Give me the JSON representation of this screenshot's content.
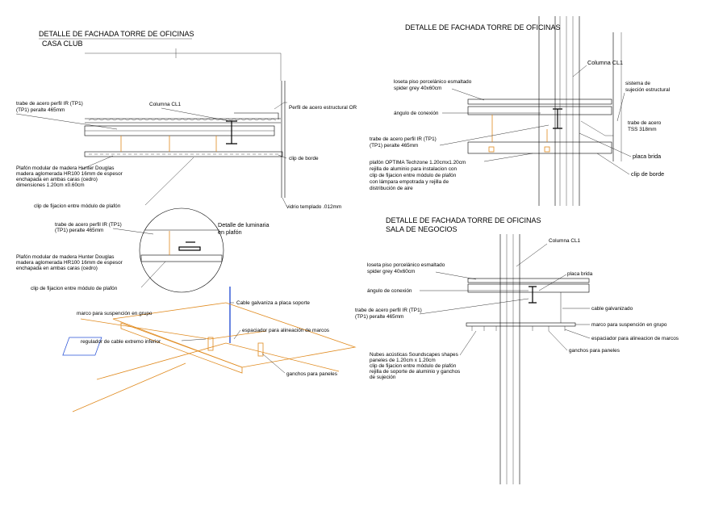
{
  "detail_top_left": {
    "title": "DETALLE  DE  FACHADA TORRE DE OFICINAS",
    "subtitle": "CASA CLUB",
    "labels": {
      "trabe_1": "trabe de acero perfil  IR  (TP1)",
      "trabe_2": "(TP1) peralte 465mm",
      "columna": "Columna  CL1",
      "perfil": "Perfil de acero estructural OR",
      "plafon_1": "Plafón modular de madera  Hunter Douglas",
      "plafon_2": "madera aglomerada HR100  16mm de espesor",
      "plafon_3": "enchapada en ambas caras  (cedro)",
      "plafon_4": "dimensiones 1.20cm x0.60cm",
      "clip_borde": "clip de borde",
      "clip_fijacion": "clip de fijacion entre módulo de plafón",
      "vidrio": "vidrio templado .012mm"
    }
  },
  "detail_luminaria": {
    "title_1": "Detalle de luminaria",
    "title_2": "en plafón",
    "labels": {
      "trabe_1": "trabe de acero perfil  IR  (TP1)",
      "trabe_2": "(TP1) peralte 465mm",
      "plafon_1": "Plafón modular de madera  Hunter Douglas",
      "plafon_2": "madera aglomerada HR100  16mm de espesor",
      "plafon_3": "enchapada en ambas caras  (cedro)",
      "clip_fijacion": "clip de fijacion entre módulo de plafón"
    }
  },
  "detail_isometric": {
    "labels": {
      "cable": "Cable galvaniza a placa soporte",
      "marco": "marco para suspención en grupo",
      "regulador": "regulador  de cable extremo inferior",
      "espaciador": "espaciador  para alineación de marcos",
      "ganchos": "ganchos para paneles"
    }
  },
  "detail_top_right": {
    "title": "DETALLE  DE  FACHADA TORRE DE OFICINAS",
    "labels": {
      "columna": "Columna  CL1",
      "loseta_1": "loseta  piso porcelánico esmaltado",
      "loseta_2": "spider grey  40x60cm",
      "sistema_1": "sistema de",
      "sistema_2": "sujeción estructural",
      "angulo": "ángulo de conexión",
      "trabe_acero_1": "trabe de acero",
      "trabe_acero_2": "TSS 318mm",
      "trabe_1": "trabe de acero perfil  IR  (TP1)",
      "trabe_2": "(TP1) peralte 465mm",
      "placa": "placa brida",
      "optima_1": "plafón OPTIMA Techzone  1.20cmx1.20cm",
      "optima_2": "rejilla  de aluminio  para instalacion con",
      "optima_3": "clip de fijacion entre módulo de plafón",
      "optima_4": "con lámpara empotrada y rejilla de",
      "optima_5": "distribución de aire",
      "clip_borde": "clip de borde"
    }
  },
  "detail_bottom_right": {
    "title": "DETALLE  DE  FACHADA TORRE DE OFICINAS",
    "subtitle": "SALA DE NEGOCIOS",
    "labels": {
      "columna": "Columna  CL1",
      "loseta_1": "loseta  piso porcelánico esmaltado",
      "loseta_2": "spider grey  40x60cm",
      "placa": "placa brida",
      "angulo": "ángulo de conexión",
      "cable": "cable galvanizado",
      "trabe_1": "trabe de acero perfil  IR  (TP1)",
      "trabe_2": "(TP1) peralte 465mm",
      "marco": "marco para suspención en grupo",
      "espaciador": "espaciador  para alineacion de marcos",
      "ganchos": "ganchos para paneles",
      "nubes_1": "Nubes acústicas Soundscapes shapes",
      "nubes_2": "paneles de 1.20cm x 1.20cm",
      "nubes_3": "clip de fijacion entre módulo de plafón",
      "nubes_4": "rejilla de soporte de aluminio y ganchos",
      "nubes_5": "de sujeción"
    }
  },
  "colors": {
    "line": "#000000",
    "accent_orange": "#e08a1e",
    "accent_blue": "#2a52d6"
  }
}
